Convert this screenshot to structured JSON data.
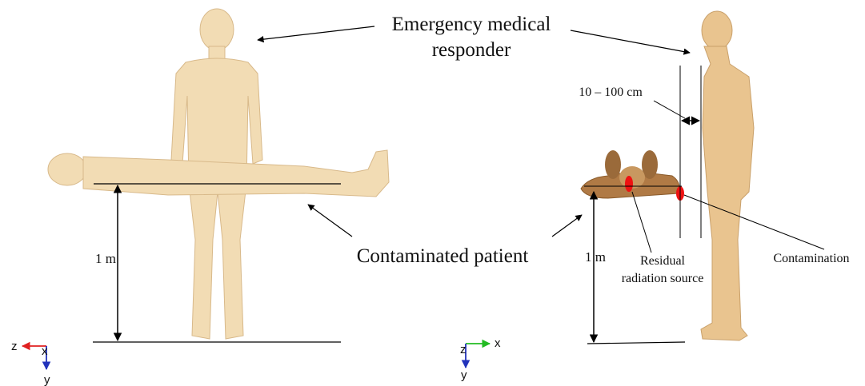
{
  "labels": {
    "responder_line1": "Emergency medical",
    "responder_line2": "responder",
    "distance": "10 – 100 cm",
    "patient": "Contaminated patient",
    "height_left": "1 m",
    "height_right": "1 m",
    "residual_line1": "Residual",
    "residual_line2": "radiation source",
    "contamination": "Contamination"
  },
  "axes_left": {
    "horizontal": "z",
    "out_of_plane": "x",
    "vertical": "y"
  },
  "axes_right": {
    "horizontal": "x",
    "out_of_plane": "z",
    "vertical": "y"
  },
  "colors": {
    "body": "#f2dcb4",
    "body_shade": "#d8b98a",
    "body_side": "#e9c48f",
    "source_red": "#ee1111",
    "axis_red": "#e02020",
    "axis_green": "#22bb22",
    "axis_blue": "#2233bb"
  }
}
